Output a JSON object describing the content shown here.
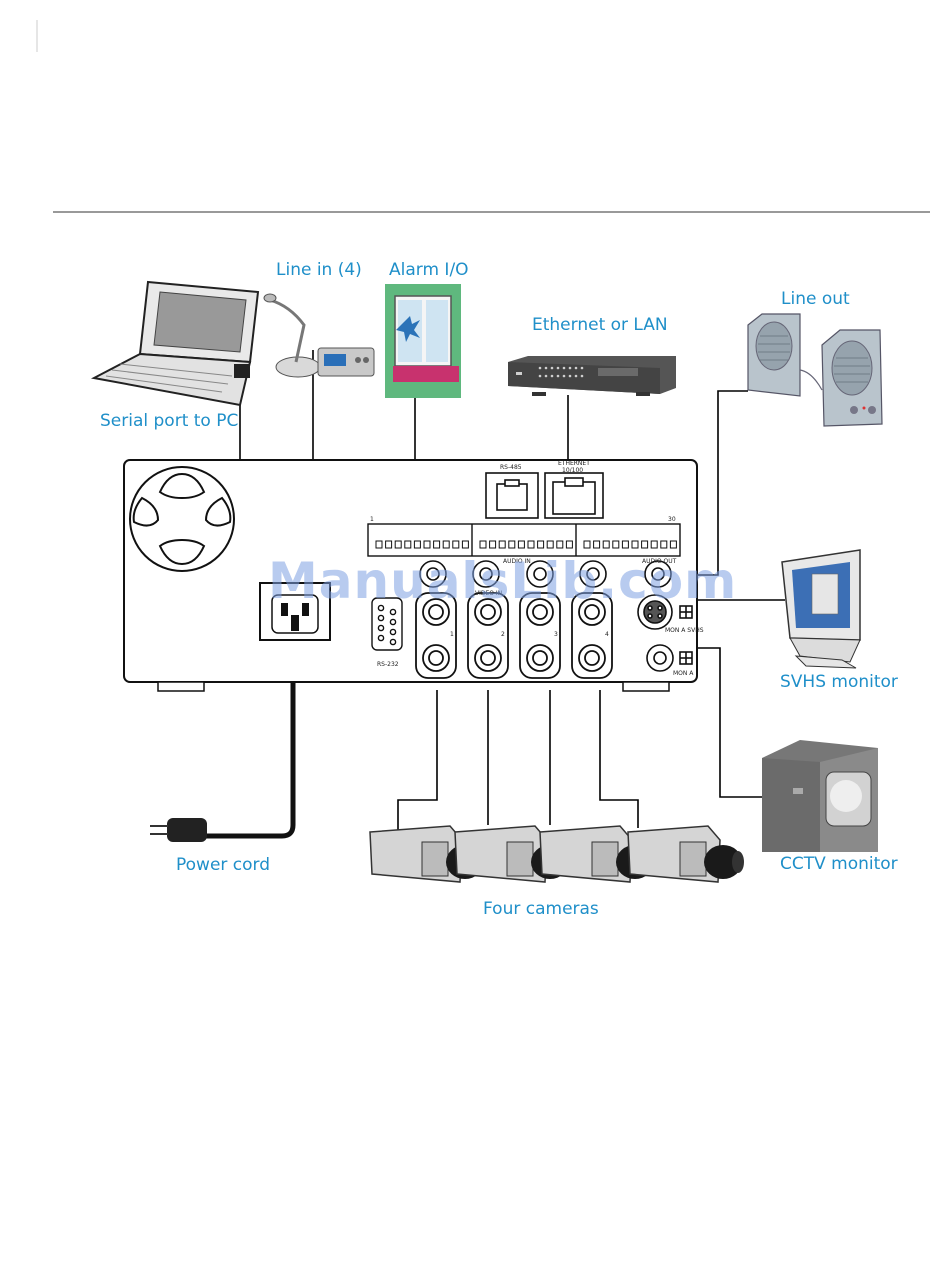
{
  "labels": {
    "line_in": "Line in (4)",
    "alarm_io": "Alarm I/O",
    "ethernet": "Ethernet or LAN",
    "line_out": "Line out",
    "serial_port": "Serial port to PC",
    "svhs_monitor": "SVHS monitor",
    "cctv_monitor": "CCTV monitor",
    "power_cord": "Power cord",
    "four_cameras": "Four cameras"
  },
  "panel": {
    "rs485": "RS-485",
    "ethernet_port": "ETHERNET",
    "ethernet_speed": "10/100",
    "terminal_start": "1",
    "terminal_end": "30",
    "audio_in": "AUDIO IN",
    "audio_out": "AUDIO OUT",
    "video_in": "VIDEO IN",
    "rs232": "RS-232",
    "mon_svhs": "MON A SVHS",
    "mon_a": "MON A",
    "channels": [
      "1",
      "2",
      "3",
      "4"
    ]
  },
  "watermark": "ManualsLib.com",
  "colors": {
    "label": "#1f8fc9",
    "line": "#000000"
  }
}
